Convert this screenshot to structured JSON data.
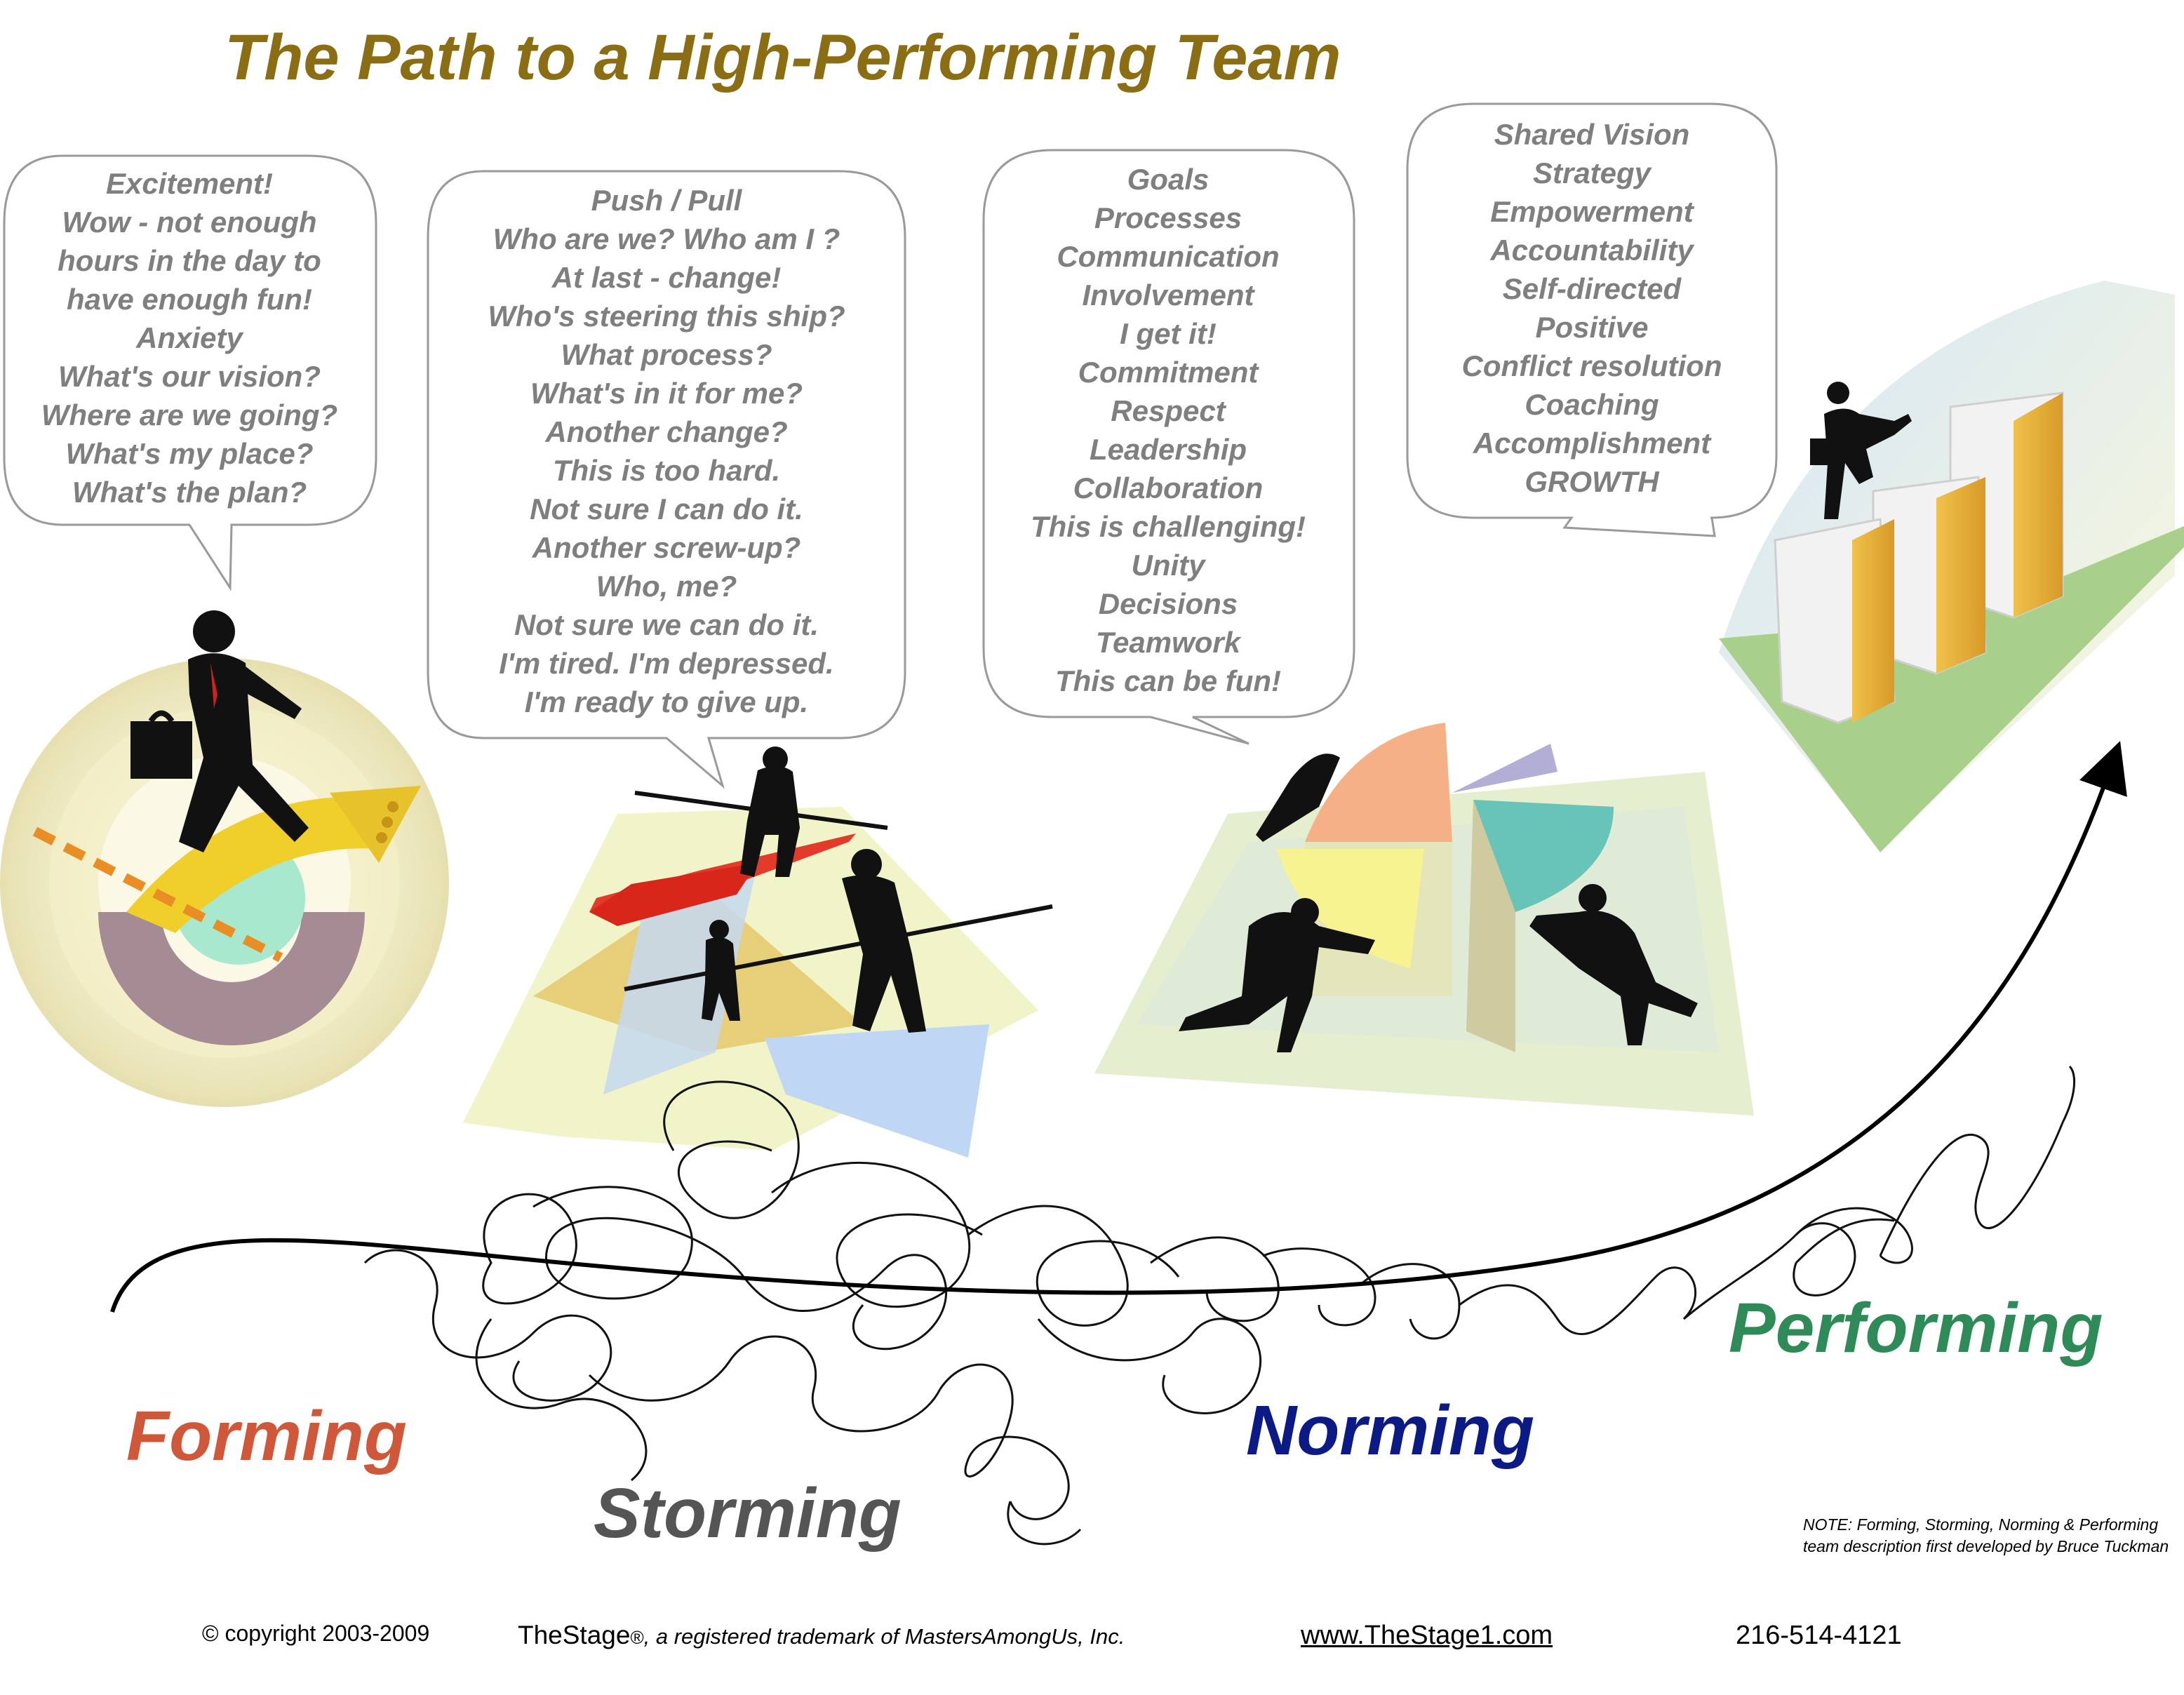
{
  "title": "The Path to a High-Performing Team",
  "bubbles": {
    "forming": [
      "Excitement!",
      "Wow -  not enough",
      "hours in the day to",
      "have enough fun!",
      "Anxiety",
      "What's our vision?",
      "Where are we going?",
      "What's my place?",
      "What's the plan?"
    ],
    "storming": [
      "Push / Pull",
      "Who are we? Who am I ?",
      "At last - change!",
      "Who's steering this ship?",
      "What process?",
      "What's in it  for me?",
      "Another change?",
      "This is too hard.",
      "Not sure I can do it.",
      "Another screw-up?",
      "Who, me?",
      "Not sure we can do it.",
      "I'm tired. I'm depressed.",
      "I'm ready to give up."
    ],
    "norming": [
      "Goals",
      "Processes",
      "Communication",
      "Involvement",
      "I get it!",
      "Commitment",
      "Respect",
      "Leadership",
      "Collaboration",
      "This is challenging!",
      "Unity",
      "Decisions",
      "Teamwork",
      "This can be fun!"
    ],
    "performing": [
      "Shared Vision",
      "Strategy",
      "Empowerment",
      "Accountability",
      "Self-directed",
      "Positive",
      "Conflict resolution",
      "Coaching",
      "Accomplishment",
      "GROWTH"
    ]
  },
  "stages": {
    "forming": "Forming",
    "storming": "Storming",
    "norming": "Norming",
    "performing": "Performing"
  },
  "colors": {
    "title": "#8b6d14",
    "forming": "#d0583a",
    "storming": "#555555",
    "norming": "#0b1a85",
    "performing": "#2e8b57",
    "bubble_text": "#7f7f7f"
  },
  "note": "NOTE: Forming, Storming, Norming & Performing team description first developed by Bruce Tuckman",
  "footer": {
    "copyright": "© copyright 2003-2009",
    "brand": "TheStage",
    "registered": "®",
    "trademark": ", a registered trademark of MastersAmongUs, Inc.",
    "website": "www.TheStage1.com",
    "phone": "216-514-4121"
  }
}
